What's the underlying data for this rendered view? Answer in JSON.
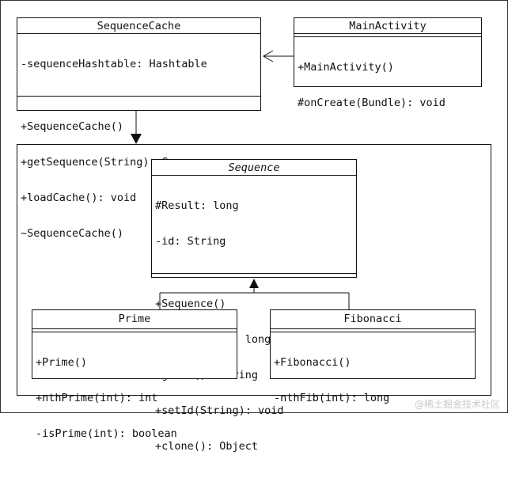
{
  "classes": {
    "sequence_cache": {
      "name": "SequenceCache",
      "attributes": [
        "-sequenceHashtable: Hashtable"
      ],
      "methods": [
        "+SequenceCache()",
        "+getSequence(String): Sequence",
        "+loadCache(): void",
        "~SequenceCache()"
      ]
    },
    "main_activity": {
      "name": "MainActivity",
      "attributes": [],
      "methods": [
        "+MainActivity()",
        "#onCreate(Bundle): void"
      ]
    },
    "sequence": {
      "name": "Sequence",
      "attributes": [
        "#Result: long",
        "-id: String"
      ],
      "methods": [
        "+Sequence()",
        "+getResult(): long",
        "+getId(): String",
        "+setId(String): void",
        "+clone(): Object"
      ]
    },
    "prime": {
      "name": "Prime",
      "attributes": [],
      "methods": [
        "+Prime()",
        "+nthPrime(int): int",
        "-isPrime(int): boolean"
      ]
    },
    "fibonacci": {
      "name": "Fibonacci",
      "attributes": [],
      "methods": [
        "+Fibonacci()",
        "-nthFib(int): long"
      ]
    }
  },
  "watermark": "@稀土掘金技术社区"
}
